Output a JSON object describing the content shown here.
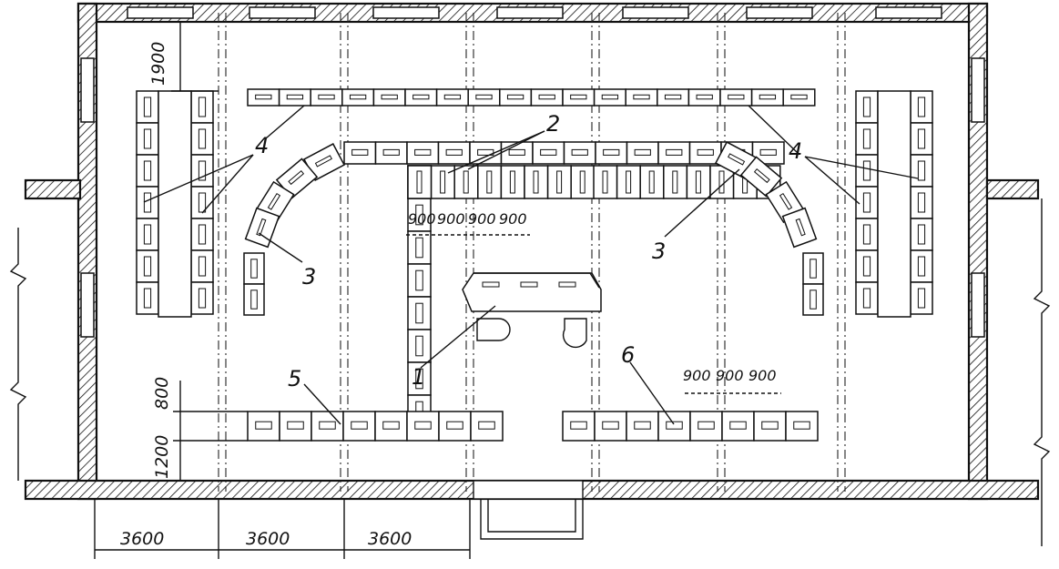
{
  "callouts": {
    "c1": "1",
    "c2": "2",
    "c3": "3",
    "c4": "4",
    "c5": "5",
    "c6": "6"
  },
  "dimensions": {
    "bay": "3600",
    "top_clearance": "1900",
    "aisle": "800",
    "rear_clearance": "1200",
    "module": "900"
  }
}
